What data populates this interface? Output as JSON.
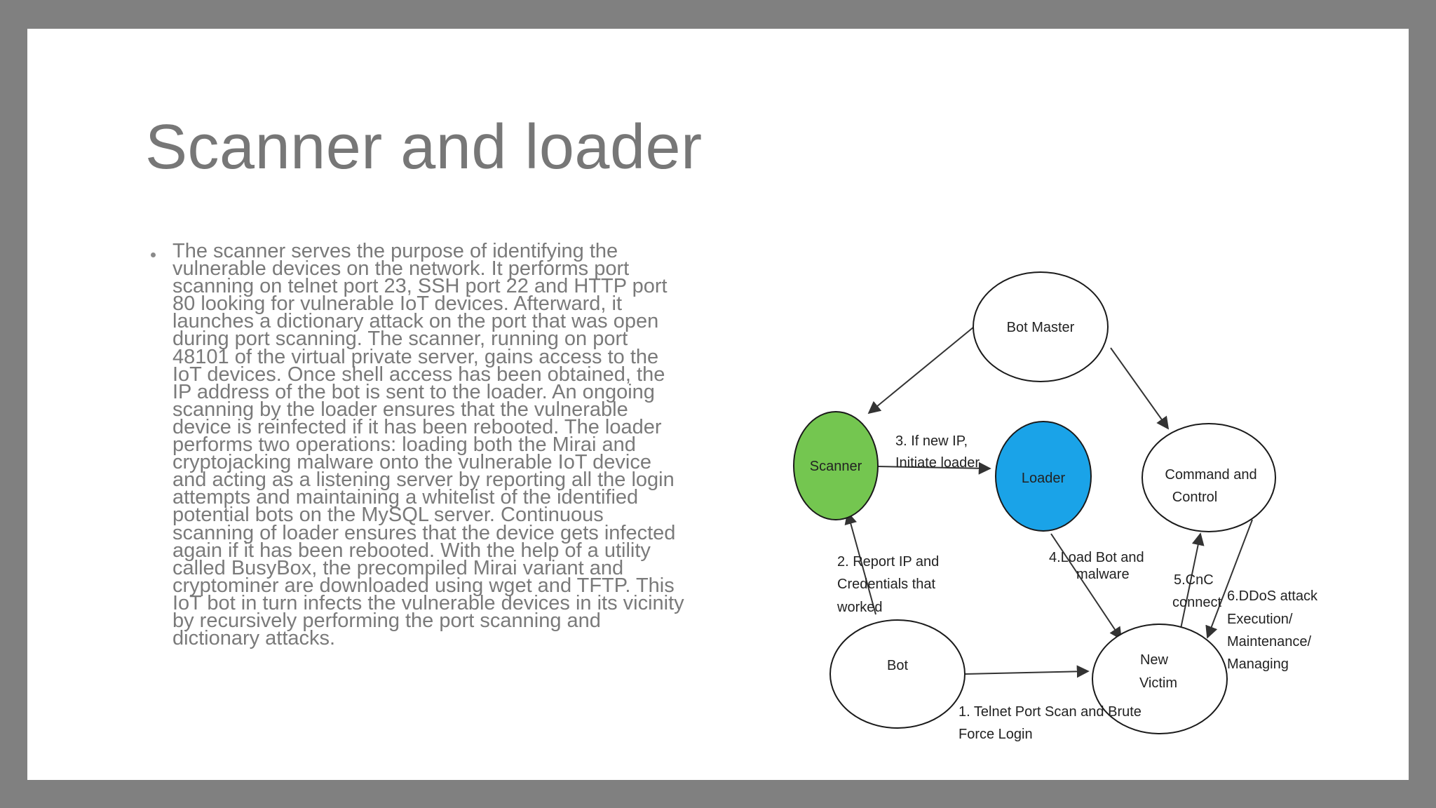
{
  "slide": {
    "title": "Scanner and loader",
    "body": "The scanner serves the purpose of identifying the vulnerable devices on the network. It performs port scanning on telnet port 23, SSH port 22 and HTTP port 80 looking for vulnerable IoT devices. Afterward, it launches a dictionary attack on the port that was open during port scanning. The scanner, running on port 48101 of the virtual private server, gains access to the IoT devices. Once shell access has been obtained, the IP address of the bot is sent to the loader. An ongoing scanning by the loader ensures that the vulnerable device is reinfected if it has been rebooted. The loader performs two operations: loading both the Mirai and cryptojacking malware onto the vulnerable IoT device and acting as a listening server by reporting all the login attempts and maintaining a whitelist of the identified potential bots on the MySQL server. Continuous scanning of loader ensures that the device gets infected again if it has been rebooted. With the help of a utility called BusyBox, the precompiled Mirai variant and cryptominer are downloaded using wget and TFTP. This IoT bot in turn infects the vulnerable devices in its vicinity by recursively performing the port scanning and dictionary attacks."
  },
  "diagram": {
    "nodes": {
      "bot_master": "Bot Master",
      "scanner": "Scanner",
      "loader": "Loader",
      "cnc_line1": "Command and",
      "cnc_line2": "Control",
      "bot": "Bot",
      "victim_line1": "New",
      "victim_line2": "Victim"
    },
    "edges": {
      "step1_line1": "1. Telnet Port Scan and Brute",
      "step1_line2": "Force Login",
      "step2_line1": "2. Report IP and",
      "step2_line2": "Credentials that",
      "step2_line3": "worked",
      "step3_line1": "3. If new IP,",
      "step3_line2": "Initiate loader",
      "step4_line1": "4.Load Bot and",
      "step4_line2": "malware",
      "step5_line1": "5.CnC",
      "step5_line2": "connect",
      "step6_line1": "6.DDoS attack",
      "step6_line2": "Execution/",
      "step6_line3": "Maintenance/",
      "step6_line4": "Managing"
    },
    "colors": {
      "scanner_fill": "#74c650",
      "loader_fill": "#1aa3e8",
      "node_stroke": "#1a1a1a",
      "arrow": "#333333"
    }
  }
}
